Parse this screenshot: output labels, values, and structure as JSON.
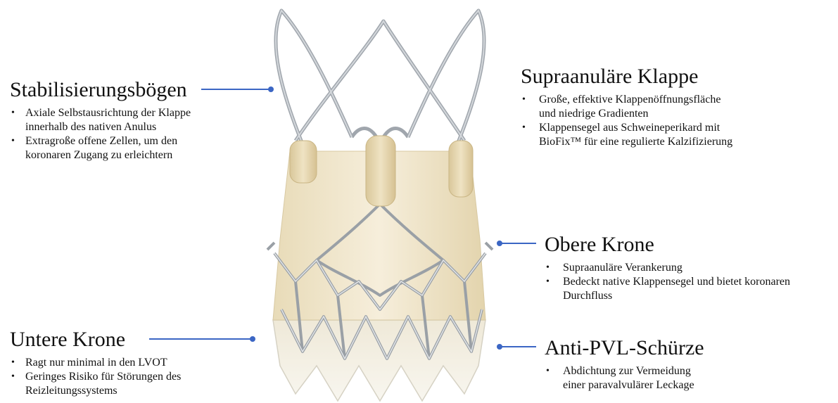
{
  "callouts": {
    "stabilisierung": {
      "title": "Stabilisierungsbögen",
      "items": [
        {
          "lines": [
            "Axiale Selbstausrichtung der Klappe",
            "innerhalb des nativen Anulus"
          ]
        },
        {
          "lines": [
            "Extragroße offene Zellen, um den",
            "koronaren Zugang zu erleichtern"
          ]
        }
      ]
    },
    "untere": {
      "title": "Untere Krone",
      "items": [
        {
          "lines": [
            "Ragt nur minimal in den LVOT"
          ]
        },
        {
          "lines": [
            "Geringes Risiko für Störungen des",
            "Reizleitungssystems"
          ]
        }
      ]
    },
    "supra": {
      "title": "Supraanuläre Klappe",
      "items": [
        {
          "lines": [
            "Große, effektive Klappenöffnungsfläche",
            "und niedrige Gradienten"
          ]
        },
        {
          "lines": [
            "Klappensegel aus Schweineperikard mit",
            "BioFix™ für eine regulierte Kalzifizierung"
          ]
        }
      ]
    },
    "obere": {
      "title": "Obere Krone",
      "items": [
        {
          "lines": [
            "Supraanuläre Verankerung"
          ]
        },
        {
          "lines": [
            "Bedeckt native Klappensegel und bietet koronaren",
            "Durchfluss"
          ]
        }
      ]
    },
    "pvl": {
      "title": "Anti-PVL-Schürze",
      "items": [
        {
          "lines": [
            "Abdichtung zur Vermeidung",
            "einer paravalvulärer Leckage"
          ]
        }
      ]
    }
  },
  "bullet_char": "•",
  "colors": {
    "leader": "#3b66c4",
    "frame": "#9aa0a6",
    "tissue": "#efe4c8",
    "pad": "#e6d6ad",
    "skirt": "#f2efe4"
  },
  "icons": {
    "valve": "transcatheter-aortic-valve-illustration"
  }
}
